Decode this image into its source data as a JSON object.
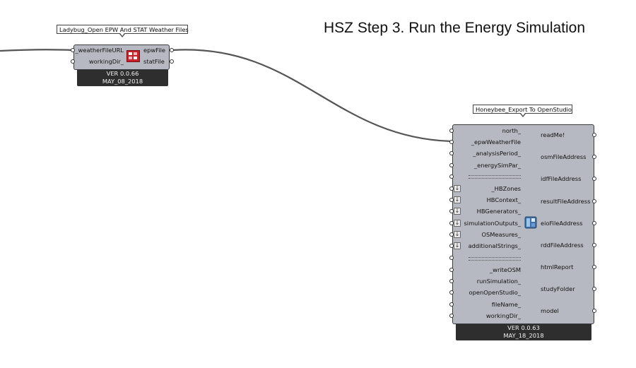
{
  "title": "HSZ Step 3. Run the Energy Simulation",
  "ladybug": {
    "name": "Ladybug_Open EPW And STAT Weather Files",
    "inputs": [
      "_weatherFileURL",
      "workingDir_"
    ],
    "outputs": [
      "epwFile",
      "statFile"
    ],
    "version": "VER 0.0.66",
    "date": "MAY_08_2018",
    "icon": "ladybug-weather-file-icon"
  },
  "honeybee": {
    "name": "Honeybee_Export To OpenStudio",
    "inputs": [
      "north_",
      "_epwWeatherFile",
      "_analysisPeriod_",
      "_energySimPar_",
      "_HBZones",
      "HBContext_",
      "HBGenerators_",
      "simulationOutputs_",
      "OSMeasures_",
      "additionalStrings_",
      "_writeOSM",
      "runSimulation_",
      "openOpenStudio_",
      "fileName_",
      "workingDir_"
    ],
    "outputs": [
      "readMe!",
      "osmFileAddress",
      "idfFileAddress",
      "resultFileAddress",
      "eioFileAddress",
      "rddFileAddress",
      "htmlReport",
      "studyFolder",
      "model"
    ],
    "version": "VER 0.0.63",
    "date": "MAY_18_2018",
    "icon": "openstudio-icon",
    "flatten_icon": "flatten-arrow-icon"
  }
}
